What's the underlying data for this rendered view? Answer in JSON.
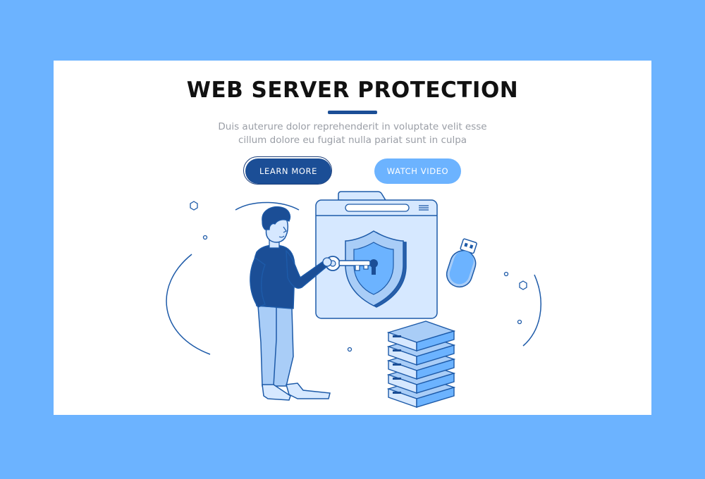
{
  "hero": {
    "title": "WEB SERVER PROTECTION",
    "subtitle_line1": "Duis auterure dolor reprehenderit in voluptate velit esse",
    "subtitle_line2": "cillum dolore eu fugiat nulla pariat sunt in culpa"
  },
  "buttons": {
    "learn_more": "LEARN MORE",
    "watch_video": "WATCH VIDEO"
  },
  "colors": {
    "background": "#6cb3ff",
    "card": "#ffffff",
    "primary": "#1b4e96",
    "secondary": "#6cb3ff",
    "outline": "#1d5aa8",
    "fill_light": "#d6e8ff",
    "fill_mid": "#a9cdf7",
    "fill_dark": "#2b5fa8"
  },
  "illustration": {
    "icons": [
      "man-with-key-icon",
      "folder-window-icon",
      "shield-icon",
      "key-icon",
      "usb-drive-icon",
      "server-rack-icon"
    ]
  }
}
